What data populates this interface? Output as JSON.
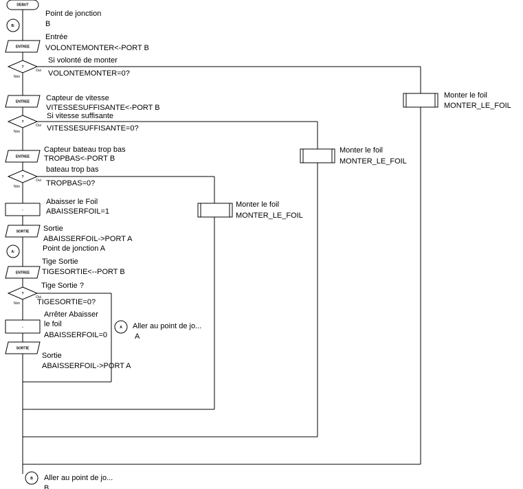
{
  "symbols": {
    "start": "DEBUT",
    "input": "ENTREE",
    "output": "SORTIE",
    "decision": "?",
    "process": "-",
    "yes": "Oui",
    "no": "Non",
    "connector_b": "B:",
    "connector_a": "A:",
    "goto_a": "A",
    "goto_b": "B"
  },
  "steps": {
    "junction_b": [
      "Point de jonction",
      "B"
    ],
    "input1": [
      "Entrée",
      "VOLONTEMONTER<-PORT B"
    ],
    "decision1": [
      "Si volonté de monter",
      "VOLONTEMONTER=0?"
    ],
    "input2": [
      "Capteur de vitesse",
      "VITESSESUFFISANTE<-PORT B"
    ],
    "decision2": [
      "Si vitesse suffisante",
      "VITESSESUFFISANTE=0?"
    ],
    "input3": [
      "Capteur bateau trop bas",
      "TROPBAS<-PORT B"
    ],
    "decision3": [
      "bateau trop bas",
      "TROPBAS=0?"
    ],
    "process1": [
      "Abaisser le Foil",
      "ABAISSERFOIL=1"
    ],
    "output1": [
      "Sortie",
      "ABAISSERFOIL->PORT A"
    ],
    "junction_a": [
      "Point de jonction A"
    ],
    "input4": [
      "Tige Sortie",
      "TIGESORTIE<--PORT B"
    ],
    "decision4": [
      "Tige Sortie ?",
      "TIGESORTIE=0?"
    ],
    "process2": [
      "Arrêter Abaisser",
      "le foil",
      "ABAISSERFOIL=0"
    ],
    "output2": [
      "Sortie",
      "ABAISSERFOIL->PORT A"
    ],
    "goto_a": [
      "Aller au point de jo...",
      "A"
    ],
    "goto_b": [
      "Aller au point de jo...",
      "B"
    ]
  },
  "subroutines": {
    "sub1": [
      "Monter le foil",
      "MONTER_LE_FOIL"
    ],
    "sub2": [
      "Monter le foil",
      "MONTER_LE_FOIL"
    ],
    "sub3": [
      "Monter le foil",
      "MONTER_LE_FOIL"
    ]
  }
}
